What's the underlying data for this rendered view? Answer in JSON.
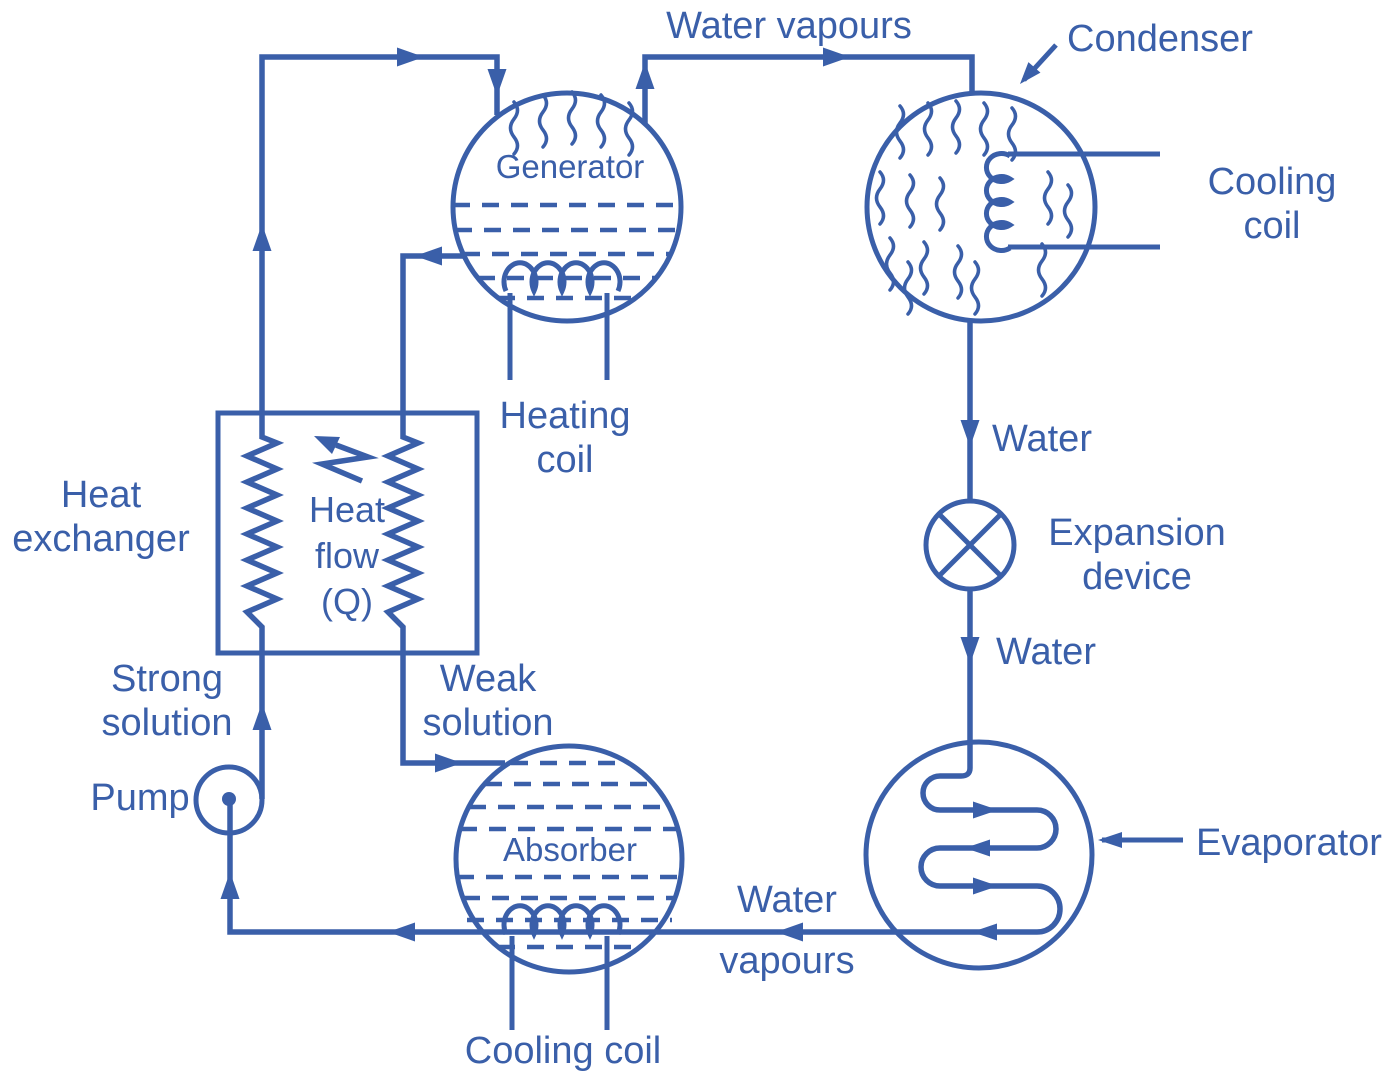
{
  "colors": {
    "ink": "#3a5fa9",
    "background": "#ffffff"
  },
  "components": {
    "generator": {
      "label": "Generator"
    },
    "condenser": {
      "label": "Condenser"
    },
    "absorber": {
      "label": "Absorber"
    },
    "evaporator": {
      "label": "Evaporator"
    },
    "pump": {
      "label": "Pump"
    },
    "expansion_device": {
      "label": "Expansion\ndevice"
    },
    "heat_exchanger": {
      "label": "Heat\nexchanger"
    },
    "heat_flow": {
      "label": "Heat\nflow\n(Q)"
    },
    "heating_coil": {
      "label": "Heating\ncoil"
    },
    "cooling_coil_condenser": {
      "label": "Cooling coil"
    },
    "cooling_coil_absorber": {
      "label": "Cooling coil"
    }
  },
  "streams": {
    "water_vapours_top": "Water vapours",
    "water_after_condenser": "Water",
    "water_after_expansion": "Water",
    "water_vapours_bottom": "Water\nvapours",
    "strong_solution": "Strong\nsolution",
    "weak_solution": "Weak\nsolution"
  }
}
